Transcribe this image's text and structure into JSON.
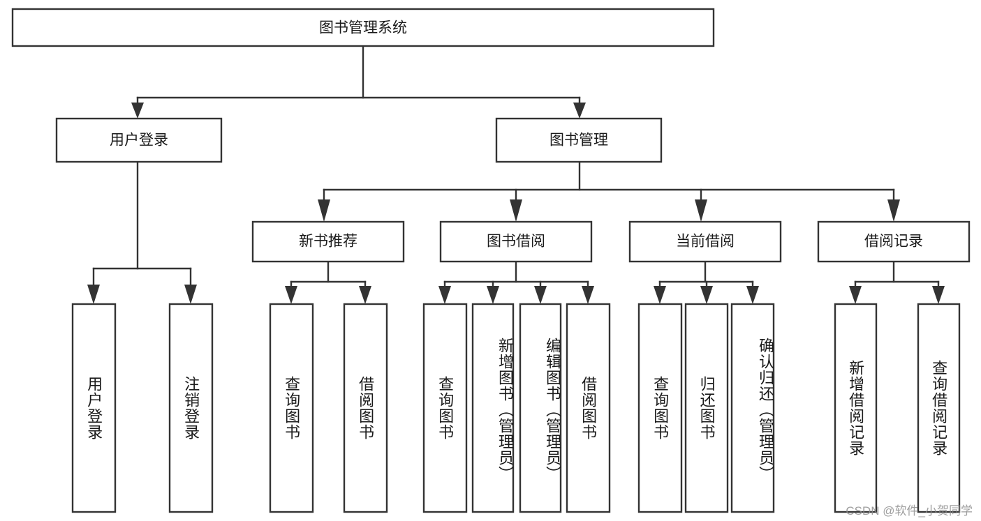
{
  "diagram": {
    "type": "tree-hierarchy",
    "title": "图书管理系统",
    "orientation": "top-down",
    "colors": {
      "box_stroke": "#333333",
      "box_fill": "#ffffff",
      "text": "#1a1a1a",
      "background": "#ffffff",
      "watermark": "#8e8e8e"
    },
    "root": {
      "label": "图书管理系统"
    },
    "level1": [
      {
        "id": "user-login",
        "label": "用户登录"
      },
      {
        "id": "book-management",
        "label": "图书管理"
      }
    ],
    "level2": [
      {
        "id": "new-book-recommend",
        "label": "新书推荐",
        "parent": "book-management"
      },
      {
        "id": "book-borrow",
        "label": "图书借阅",
        "parent": "book-management"
      },
      {
        "id": "current-borrow",
        "label": "当前借阅",
        "parent": "book-management"
      },
      {
        "id": "borrow-record",
        "label": "借阅记录",
        "parent": "book-management"
      }
    ],
    "leaves": {
      "user-login": [
        {
          "id": "leaf-user-login",
          "label": "用户登录"
        },
        {
          "id": "leaf-user-logout",
          "label": "注销登录"
        }
      ],
      "new-book-recommend": [
        {
          "id": "leaf-query-book-1",
          "label": "查询图书"
        },
        {
          "id": "leaf-borrow-book-1",
          "label": "借阅图书"
        }
      ],
      "book-borrow": [
        {
          "id": "leaf-query-book-2",
          "label": "查询图书"
        },
        {
          "id": "leaf-add-book",
          "label": "新增图书（管理员）"
        },
        {
          "id": "leaf-edit-book",
          "label": "编辑图书（管理员）"
        },
        {
          "id": "leaf-borrow-book-2",
          "label": "借阅图书"
        }
      ],
      "current-borrow": [
        {
          "id": "leaf-query-book-3",
          "label": "查询图书"
        },
        {
          "id": "leaf-return-book",
          "label": "归还图书"
        },
        {
          "id": "leaf-confirm-return",
          "label": "确认归还（管理员）"
        }
      ],
      "borrow-record": [
        {
          "id": "leaf-add-record",
          "label": "新增借阅记录"
        },
        {
          "id": "leaf-query-record",
          "label": "查询借阅记录"
        }
      ]
    }
  },
  "watermark": {
    "text": "CSDN @软件_小贺同学"
  }
}
